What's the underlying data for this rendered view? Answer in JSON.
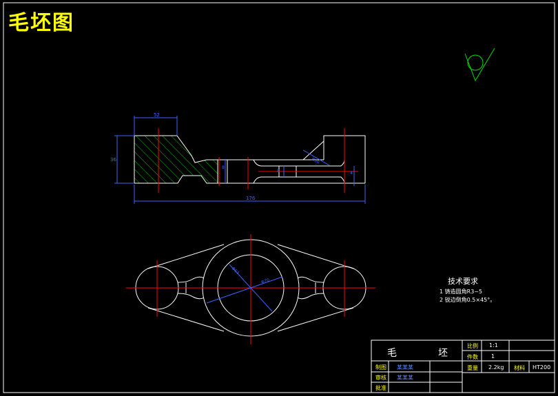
{
  "drawing": {
    "title": "毛坯图",
    "dim_top_width": "52",
    "dim_left_height": "36",
    "dim_overall_length": "176",
    "dim_inner_1": "8",
    "dim_inner_2": "8",
    "dim_right_small": "4",
    "dim_diag_left": "Φ64",
    "dim_diag_right": "Φ70",
    "dim_slot": "R50"
  },
  "tech_requirements": {
    "heading": "技术要求",
    "line1": "1  铸造圆角R3~5",
    "line2": "2  锐边倒角0.5×45°。"
  },
  "title_block": {
    "name_1": "毛",
    "name_2": "坯",
    "scale_label": "比例",
    "scale_value": "1:1",
    "count_label": "件数",
    "count_value": "1",
    "weight_label": "重量",
    "weight_value": "2.2kg",
    "material_label": "材料",
    "material_value": "HT200",
    "drawn_label": "制图",
    "drawn_value": "某某某",
    "check_label": "审核",
    "check_value": "某某某",
    "approve_label": "批准"
  },
  "colors": {
    "background": "#000000",
    "outline": "#ffffff",
    "centerline": "#ff0000",
    "dimension": "#3c64ff",
    "hatch": "#00c800",
    "title": "#ffff00"
  }
}
